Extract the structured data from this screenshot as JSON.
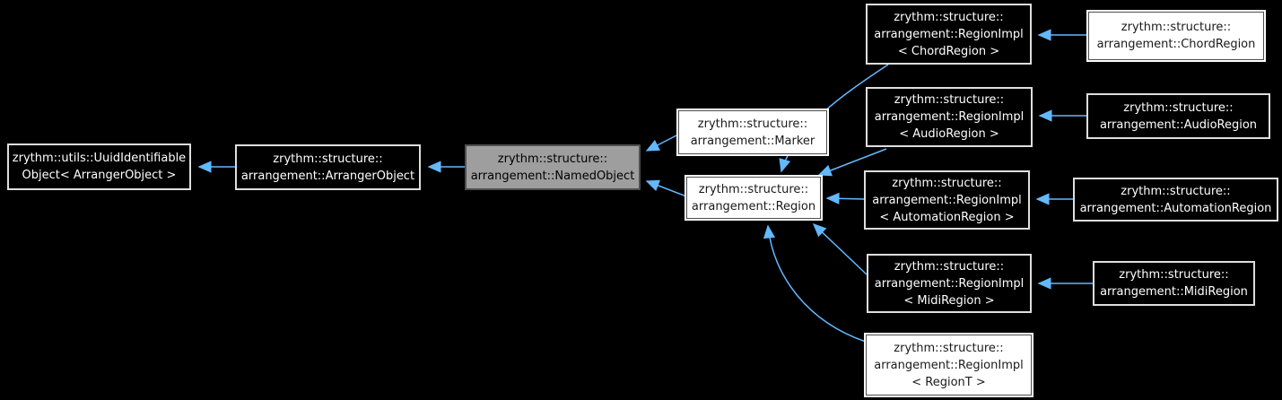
{
  "diagram": {
    "type": "inheritance-graph",
    "colors": {
      "bg": "#000000",
      "edge": "#63b8ff",
      "fill_linked": "#ffffff",
      "text_plain": "#ffffff",
      "text_linked": "#1a1a1a",
      "fill_current": "#9e9e9e",
      "border_current": "#4f4f4f",
      "border_plain": "#dedede",
      "border_linked": "#4d4d4d"
    },
    "nodes": {
      "uuid_object": {
        "lines": [
          "zrythm::utils::UuidIdentifiable",
          "Object< ArrangerObject >"
        ]
      },
      "arranger_object": {
        "lines": [
          "zrythm::structure::",
          "arrangement::ArrangerObject"
        ]
      },
      "named_object": {
        "lines": [
          "zrythm::structure::",
          "arrangement::NamedObject"
        ]
      },
      "marker": {
        "lines": [
          "zrythm::structure::",
          "arrangement::Marker"
        ]
      },
      "region": {
        "lines": [
          "zrythm::structure::",
          "arrangement::Region"
        ]
      },
      "impl_chord": {
        "lines": [
          "zrythm::structure::",
          "arrangement::RegionImpl",
          "< ChordRegion >"
        ]
      },
      "chord": {
        "lines": [
          "zrythm::structure::",
          "arrangement::ChordRegion"
        ]
      },
      "impl_audio": {
        "lines": [
          "zrythm::structure::",
          "arrangement::RegionImpl",
          "< AudioRegion >"
        ]
      },
      "audio": {
        "lines": [
          "zrythm::structure::",
          "arrangement::AudioRegion"
        ]
      },
      "impl_automation": {
        "lines": [
          "zrythm::structure::",
          "arrangement::RegionImpl",
          "< AutomationRegion >"
        ]
      },
      "automation": {
        "lines": [
          "zrythm::structure::",
          "arrangement::AutomationRegion"
        ]
      },
      "impl_midi": {
        "lines": [
          "zrythm::structure::",
          "arrangement::RegionImpl",
          "< MidiRegion >"
        ]
      },
      "midi": {
        "lines": [
          "zrythm::structure::",
          "arrangement::MidiRegion"
        ]
      },
      "impl_regiont": {
        "lines": [
          "zrythm::structure::",
          "arrangement::RegionImpl",
          "< RegionT >"
        ]
      }
    }
  }
}
